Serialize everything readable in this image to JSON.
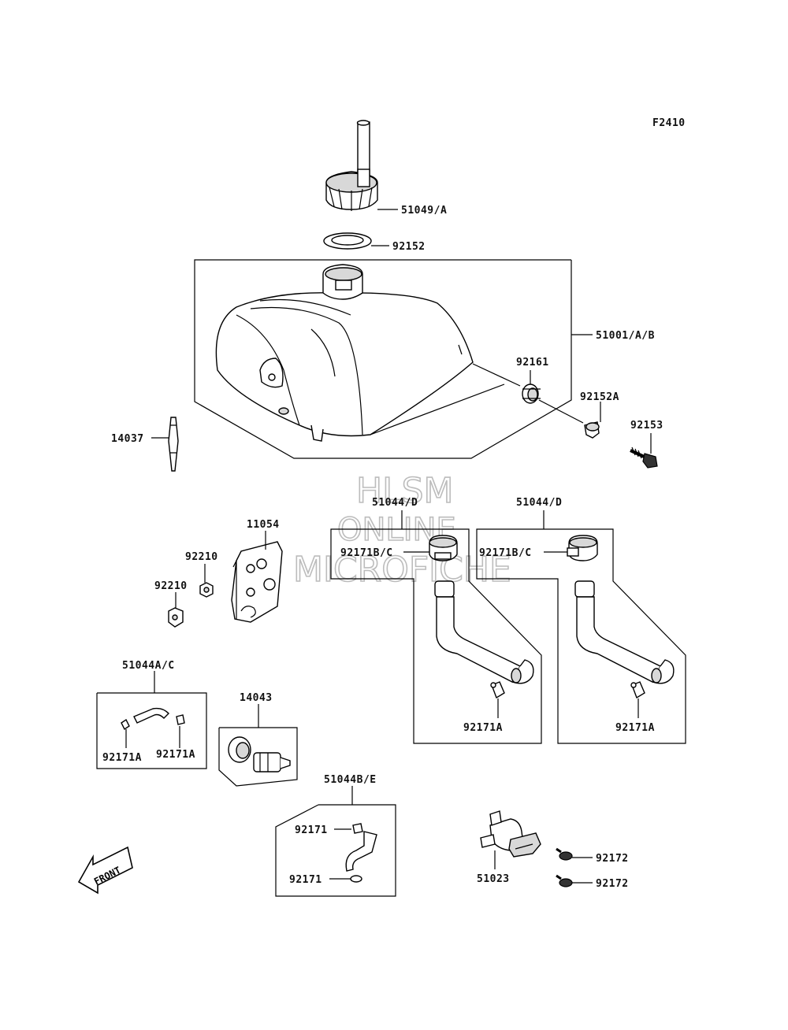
{
  "figure_code": "F2410",
  "watermark": {
    "line1": "HLSM",
    "line2": "ONLINE",
    "line3": "MICROFICHE"
  },
  "front_label": "FRONT",
  "parts": {
    "cap": "51049/A",
    "cap_gasket": "92152",
    "tank": "51001/A/B",
    "grommet": "92161",
    "damper": "92152A",
    "bolt": "92153",
    "fuel_gauge": "14037",
    "bracket": "11054",
    "nut_upper": "92210",
    "nut_lower": "92210",
    "hose_set_left": "51044/D",
    "hose_set_right": "51044/D",
    "clamp_bc_left": "92171B/C",
    "clamp_bc_right": "92171B/C",
    "clamp_a_left": "92171A",
    "clamp_a_right": "92171A",
    "hose_ac": "51044A/C",
    "clamp_ac_1": "92171A",
    "clamp_ac_2": "92171A",
    "filter": "14043",
    "hose_be": "51044B/E",
    "clamp_be_1": "92171",
    "clamp_be_2": "92171",
    "fuel_cock": "51023",
    "screw_1": "92172",
    "screw_2": "92172"
  }
}
